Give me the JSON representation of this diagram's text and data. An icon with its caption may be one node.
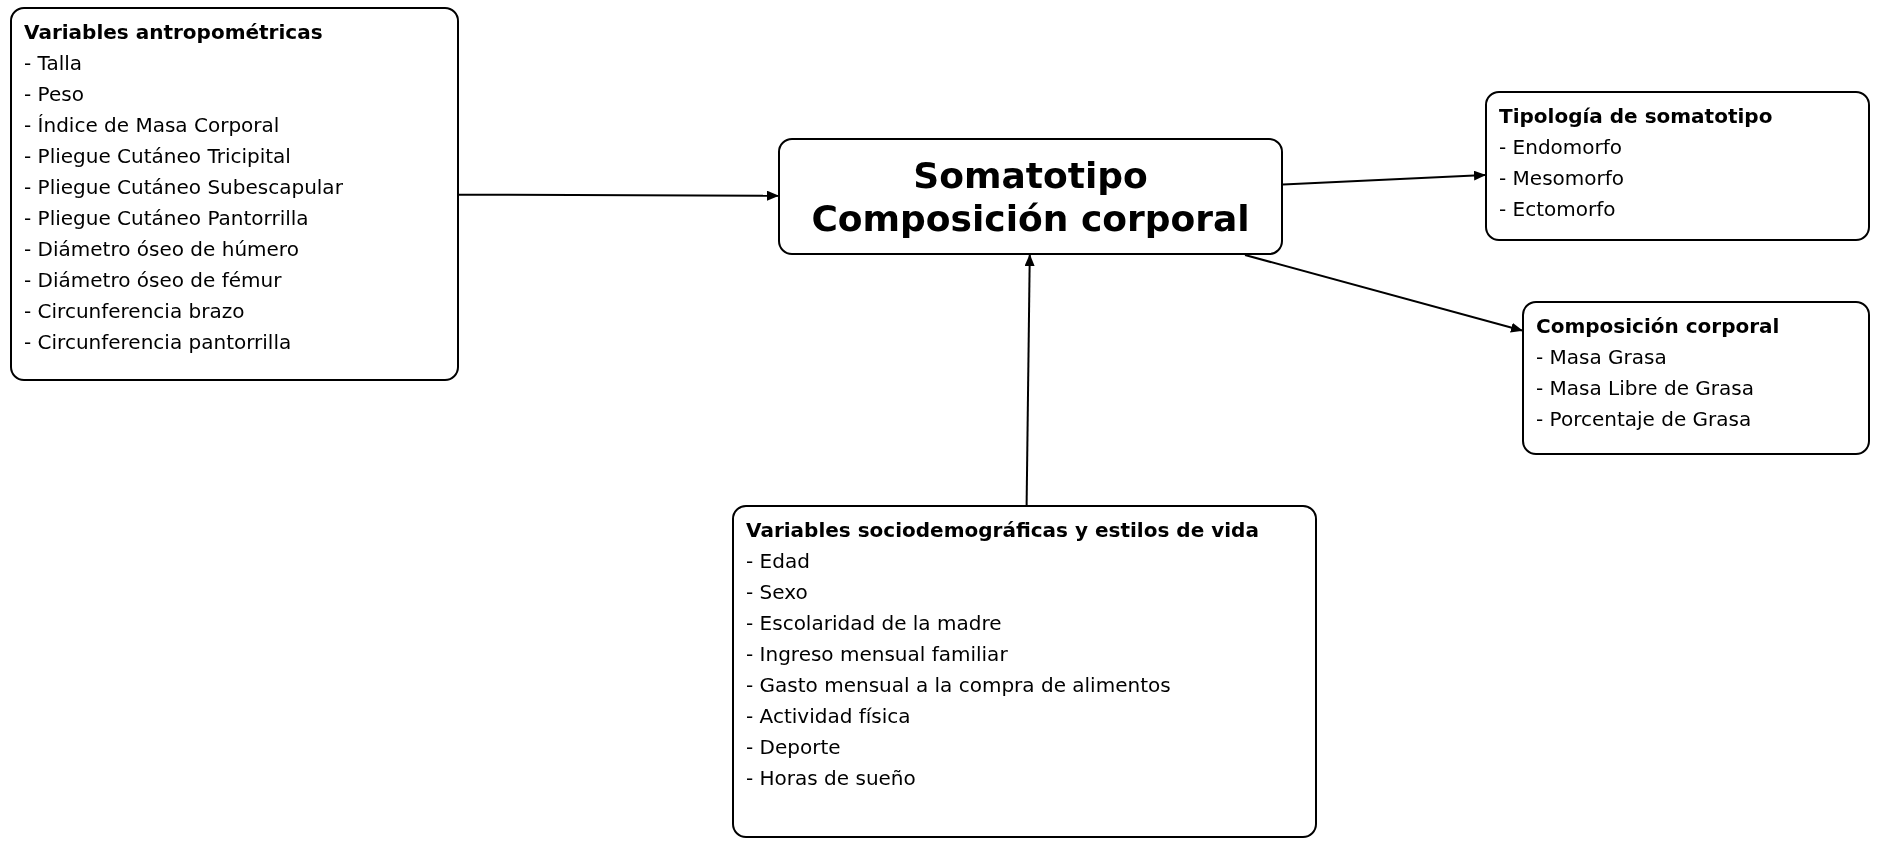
{
  "diagram": {
    "nodes": [
      {
        "text": [
          "Variables antropométricas",
          "- Talla",
          "- Peso",
          "- Índice de Masa Corporal",
          "- Pliegue Cutáneo Tricipital",
          "- Pliegue Cutáneo Subescapular",
          "- Pliegue Cutáneo Pantorrilla",
          "- Diámetro óseo de húmero",
          "- Diámetro óseo de fémur",
          "- Circunferencia brazo",
          "- Circunferencia pantorrilla"
        ]
      },
      {
        "text": [
          "Somatotipo Composición corporal"
        ]
      },
      {
        "text": [
          "Tipología de somatotipo",
          "- Endomorfo",
          "- Mesomorfo",
          "- Ectomorfo"
        ]
      },
      {
        "text": [
          "Composición corporal",
          "- Masa Grasa",
          "- Masa Libre de Grasa",
          "- Porcentaje de Grasa"
        ]
      },
      {
        "text": [
          "Variables sociodemográficas y estilos de vida",
          "- Edad",
          "- Sexo",
          "- Escolaridad de la madre",
          "- Ingreso mensual familiar",
          "- Gasto mensual a la compra de alimentos",
          "- Actividad física",
          "- Deporte",
          "- Horas de sueño"
        ]
      }
    ],
    "edges": [
      {
        "from": 0,
        "to": 1,
        "arrow": "to"
      },
      {
        "from": 1,
        "to": 2,
        "arrow": "to"
      },
      {
        "from": 1,
        "to": 3,
        "arrow": "to"
      },
      {
        "from": 4,
        "to": 1,
        "arrow": "to"
      }
    ]
  }
}
